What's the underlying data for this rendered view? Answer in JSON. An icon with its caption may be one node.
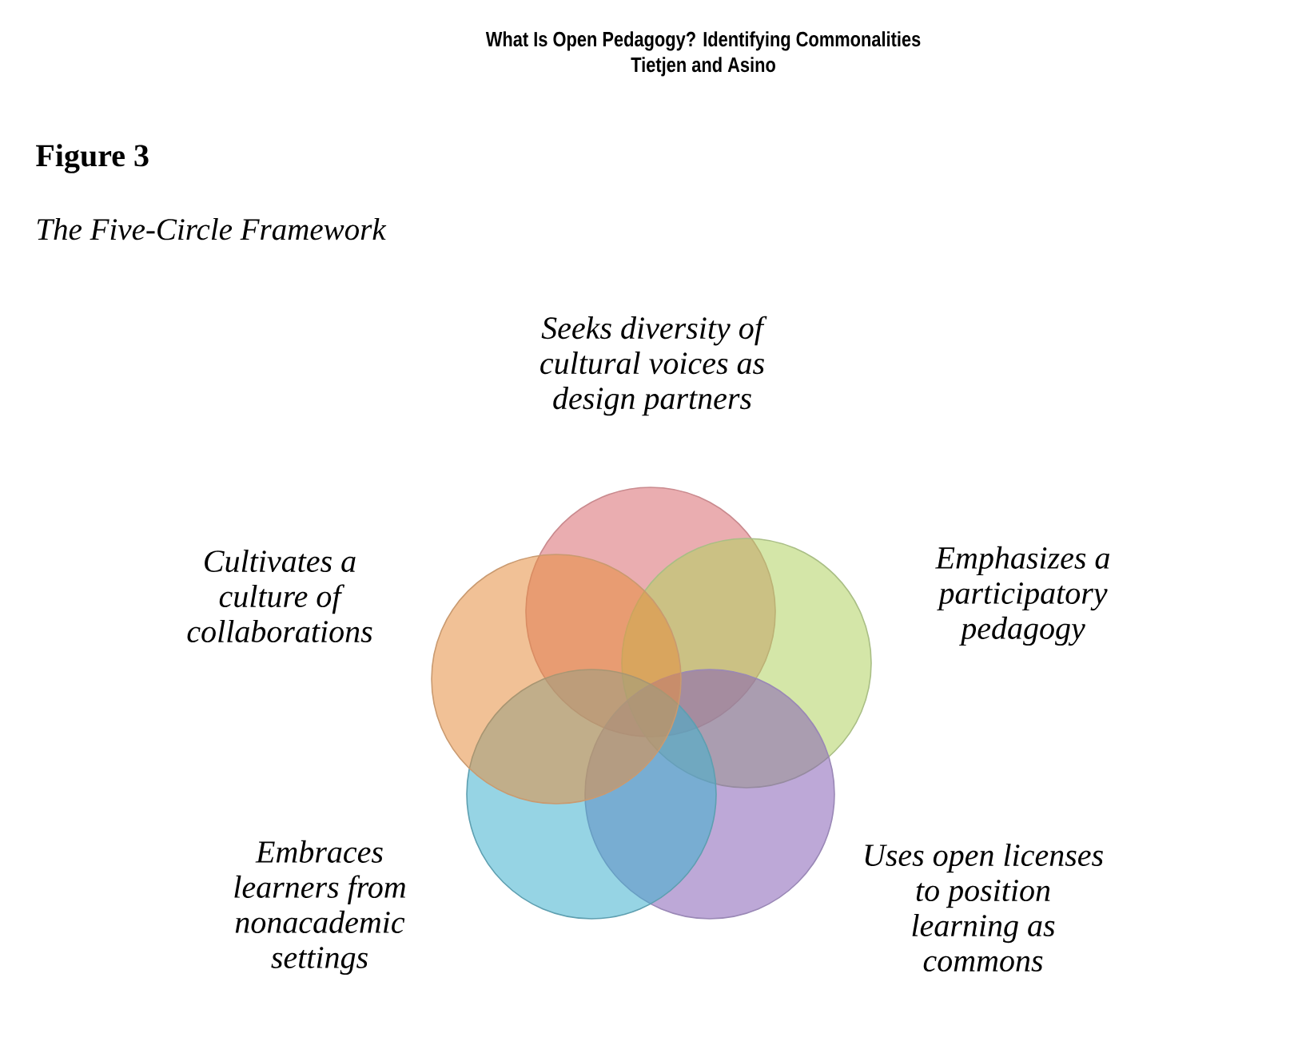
{
  "diagram": {
    "title": "Figure 3",
    "caption": "The Five-Circle Framework",
    "nodes": [
      {
        "text": [],
        "shape": "circle",
        "beside": [
          "Seeks diversity of cultural voices as design partners"
        ]
      },
      {
        "text": [],
        "shape": "circle",
        "beside": [
          "Cultivates a culture of collaborations"
        ]
      },
      {
        "text": [],
        "shape": "circle",
        "beside": [
          "Emphasizes a participatory pedagogy"
        ]
      },
      {
        "text": [],
        "shape": "circle",
        "beside": [
          "Embraces learners from nonacademic settings"
        ]
      },
      {
        "text": [],
        "shape": "circle",
        "beside": [
          "Uses open licenses to position learning as commons"
        ]
      }
    ],
    "labels": [
      "What Is Open Pedagogy? Identifying Commonalities",
      "Tietjen and Asino"
    ]
  }
}
